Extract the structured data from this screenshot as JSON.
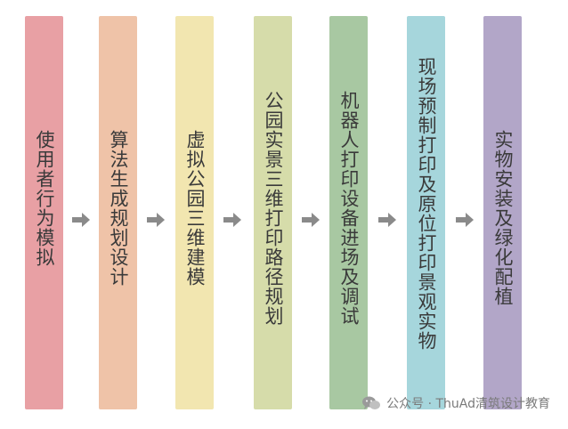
{
  "steps": [
    {
      "label": "使用者行为模拟",
      "color": "#e8a0a4"
    },
    {
      "label": "算法生成规划设计",
      "color": "#efc3a8"
    },
    {
      "label": "虚拟公园三维建模",
      "color": "#f2e6b0"
    },
    {
      "label": "公园实景三维打印路径规划",
      "color": "#d6dcaa"
    },
    {
      "label": "机器人打印设备进场及调试",
      "color": "#a8c8a2"
    },
    {
      "label": "现场预制打印及原位打印景观实物",
      "color": "#a6d6dc"
    },
    {
      "label": "实物安装及绿化配植",
      "color": "#b2a6c8"
    }
  ],
  "arrow_color": "#8a8a8a",
  "watermark": {
    "icon": "wechat-icon",
    "text": "公众号 · ThuAd清筑设计教育"
  }
}
